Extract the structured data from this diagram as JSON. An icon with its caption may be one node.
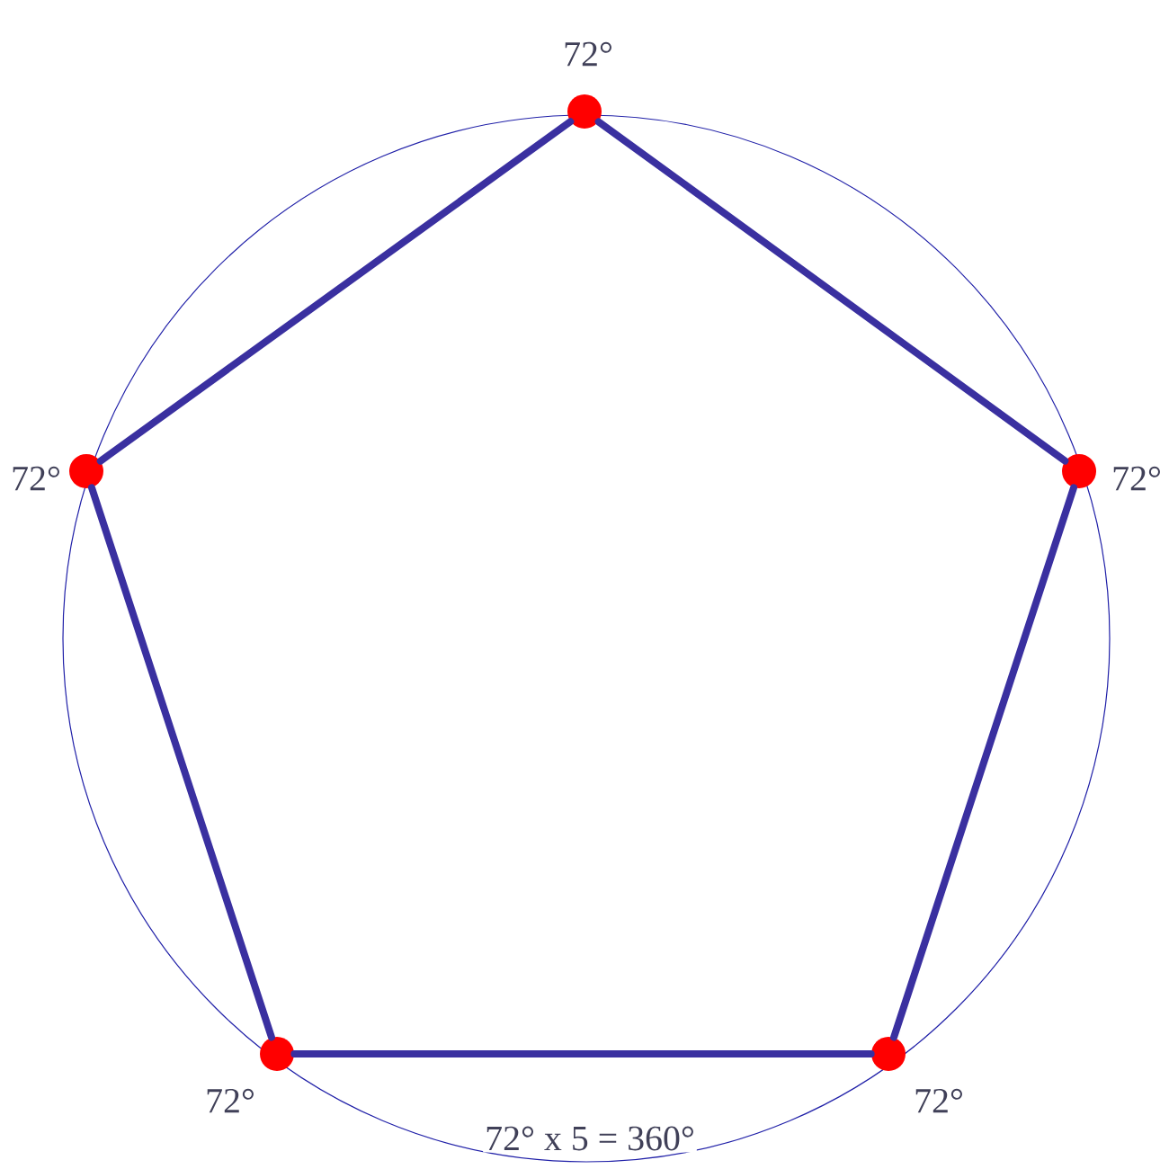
{
  "diagram": {
    "nodes": [
      {
        "text": [],
        "shape": "circle",
        "beside": [
          "72°"
        ]
      },
      {
        "text": [],
        "shape": "circle",
        "beside": [
          "72°"
        ]
      },
      {
        "text": [],
        "shape": "circle",
        "beside": [
          "72°"
        ]
      },
      {
        "text": [],
        "shape": "circle",
        "beside": [
          "72°"
        ]
      },
      {
        "text": [],
        "shape": "circle",
        "beside": [
          "72°"
        ]
      }
    ],
    "edges": [
      {
        "from": 0,
        "to": 1,
        "arrow": "none"
      },
      {
        "from": 1,
        "to": 2,
        "arrow": "none"
      },
      {
        "from": 2,
        "to": 3,
        "arrow": "none"
      },
      {
        "from": 3,
        "to": 4,
        "arrow": "none"
      },
      {
        "from": 4,
        "to": 0,
        "arrow": "none"
      }
    ],
    "labels": [
      "72° x 5 = 360°"
    ]
  }
}
